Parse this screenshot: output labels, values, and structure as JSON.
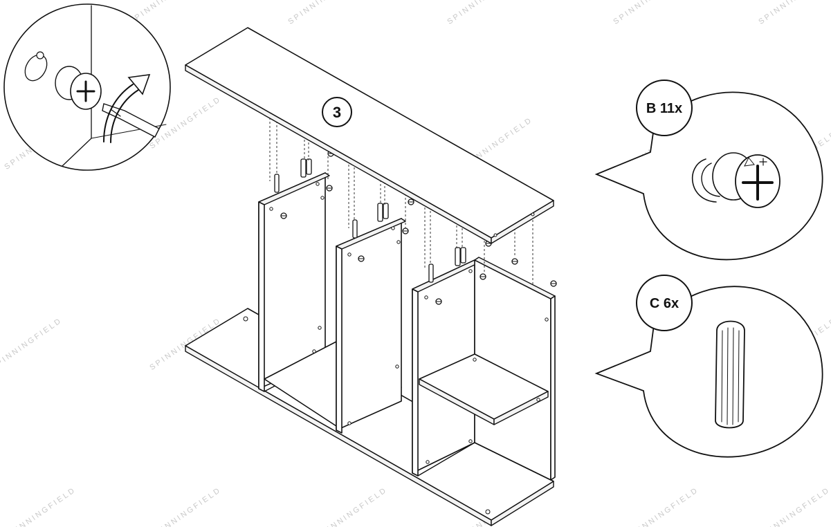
{
  "diagram": {
    "step_number": "3",
    "parts": [
      {
        "id": "B",
        "label": "B 11x",
        "icon": "cam-lock-nut-icon"
      },
      {
        "id": "C",
        "label": "C 6x",
        "icon": "wooden-dowel-icon"
      }
    ],
    "detail_icon": "screwdriver-tighten-cam-icon",
    "watermark": "SPINNINGFIELD"
  },
  "colors": {
    "line": "#111111",
    "watermark": "#c8c8c8",
    "background": "#ffffff"
  }
}
